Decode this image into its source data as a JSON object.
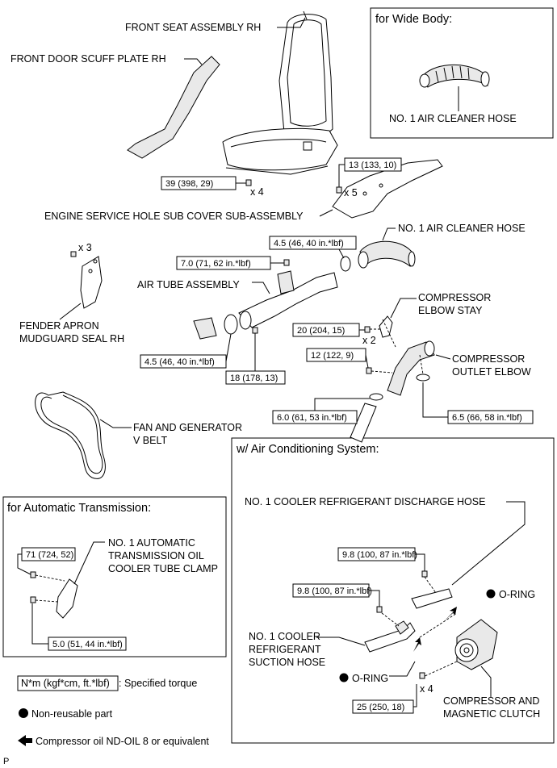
{
  "labels": {
    "front_seat": "FRONT SEAT ASSEMBLY RH",
    "scuff_plate": "FRONT DOOR SCUFF PLATE RH",
    "hole_cover": "ENGINE SERVICE HOLE SUB COVER SUB-ASSEMBLY",
    "air_cleaner_hose": "NO. 1 AIR CLEANER HOSE",
    "air_tube": "AIR TUBE ASSEMBLY",
    "fender_1": "FENDER APRON",
    "fender_2": "MUDGUARD SEAL RH",
    "comp_stay_1": "COMPRESSOR",
    "comp_stay_2": "ELBOW STAY",
    "comp_outlet_1": "COMPRESSOR",
    "comp_outlet_2": "OUTLET ELBOW",
    "fan_belt_1": "FAN AND GENERATOR",
    "fan_belt_2": "V BELT",
    "discharge_hose": "NO. 1 COOLER REFRIGERANT DISCHARGE HOSE",
    "suction_1": "NO. 1 COOLER",
    "suction_2": "REFRIGERANT",
    "suction_3": "SUCTION HOSE",
    "oring_1": "O-RING",
    "oring_2": "O-RING",
    "compressor_1": "COMPRESSOR AND",
    "compressor_2": "MAGNETIC CLUTCH",
    "atm_clamp_1": "NO. 1 AUTOMATIC",
    "atm_clamp_2": "TRANSMISSION OIL",
    "atm_clamp_3": "COOLER TUBE CLAMP",
    "wide_hose": "NO. 1 AIR CLEANER HOSE",
    "corner_mark": "P"
  },
  "panels": {
    "wide_body": "for Wide Body:",
    "air_conditioning": "w/ Air Conditioning System:",
    "automatic": "for Automatic Transmission:"
  },
  "torques": {
    "seat_bolt": "39 (398, 29)",
    "cover_bolt": "13 (133, 10)",
    "hose_clamp_top": "4.5 (46, 40 in.*lbf)",
    "air_tube_bolt": "7.0 (71, 62 in.*lbf)",
    "stay_bolt": "20 (204, 15)",
    "elbow_bolt": "12 (122, 9)",
    "hose_clamp_bottom": "4.5 (46, 40 in.*lbf)",
    "air_tube_lower": "18 (178, 13)",
    "outlet_clamp_left": "6.0 (61, 53 in.*lbf)",
    "outlet_clamp_right": "6.5 (66, 58 in.*lbf)",
    "discharge_bolt": "9.8 (100, 87 in.*lbf)",
    "suction_bolt": "9.8 (100, 87 in.*lbf)",
    "compressor_bolt": "25 (250, 18)",
    "atm_bolt_top": "71 (724, 52)",
    "atm_bolt_bottom": "5.0 (51, 44 in.*lbf)"
  },
  "quantities": {
    "seat_bolts": "x 4",
    "cover_bolts": "x 5",
    "fender_clips": "x 3",
    "stay_bolts": "x 2",
    "compressor_bolts": "x 4"
  },
  "legend": {
    "torque_unit": "N*m (kgf*cm, ft.*lbf)",
    "torque_desc": ": Specified torque",
    "non_reusable": "Non-reusable part",
    "compressor_oil": "Compressor oil ND-OIL 8 or equivalent"
  }
}
